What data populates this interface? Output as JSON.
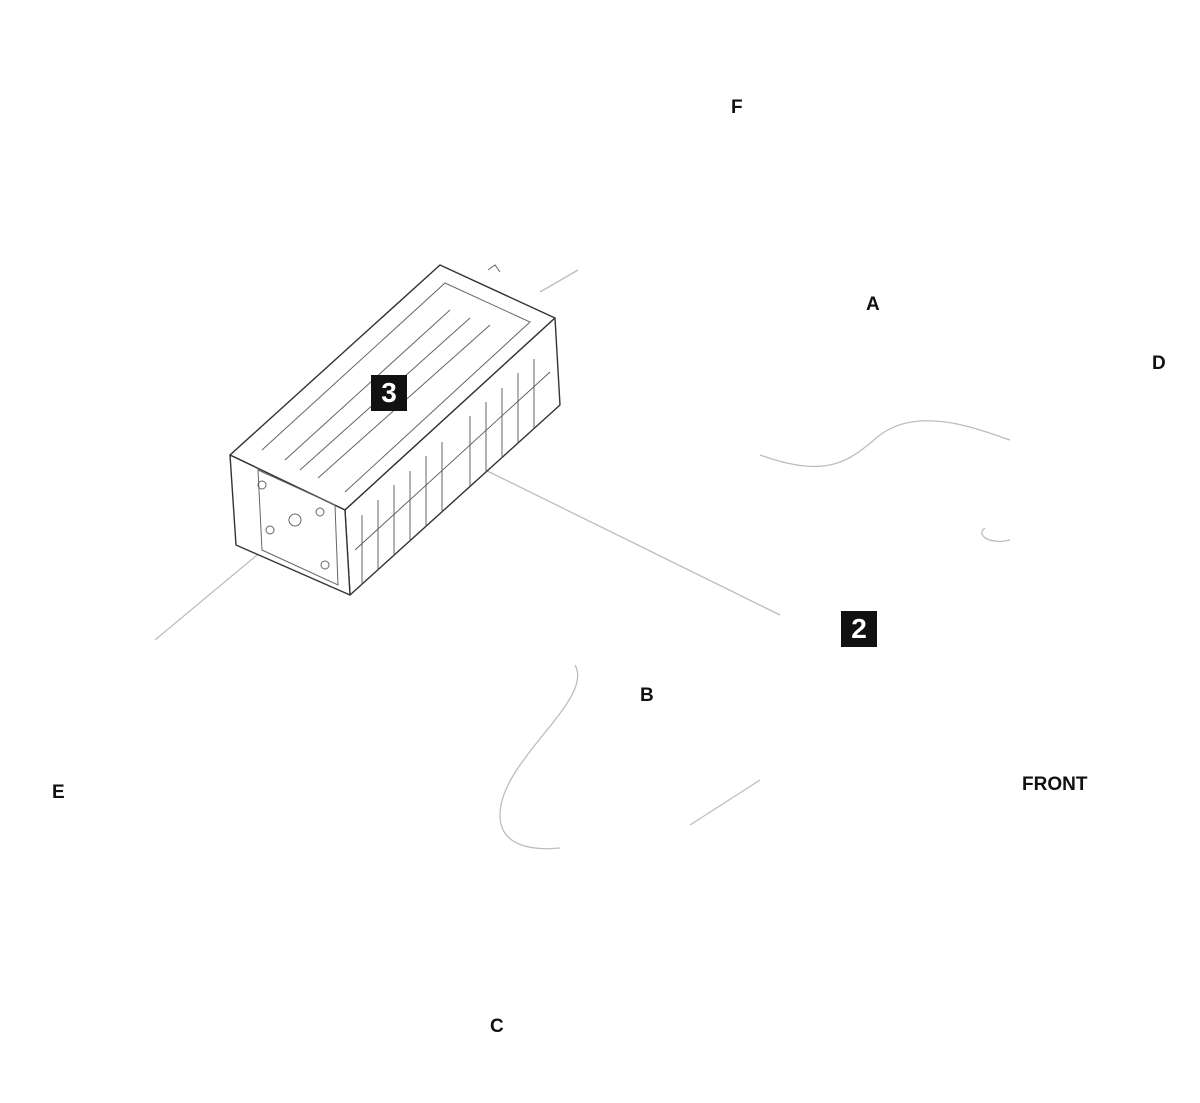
{
  "labels": {
    "a": "A",
    "b": "B",
    "c": "C",
    "d": "D",
    "e": "E",
    "f": "F",
    "front": "FRONT"
  },
  "badges": {
    "module_rear": "3",
    "module_front": "2"
  }
}
